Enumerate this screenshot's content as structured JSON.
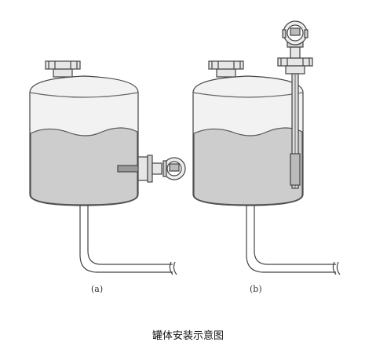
{
  "panels": [
    {
      "id": "a",
      "label": "(a)",
      "description_hidden": ""
    },
    {
      "id": "b",
      "label": "(b)"
    }
  ],
  "caption": "罐体安装示意图",
  "colors": {
    "liquid": "#cdcdcd",
    "tank_fill": "#f2f2f2",
    "outline": "#444444",
    "background": "#ffffff"
  },
  "icons": [
    "flange-icon",
    "level-transmitter-icon",
    "probe-icon"
  ]
}
